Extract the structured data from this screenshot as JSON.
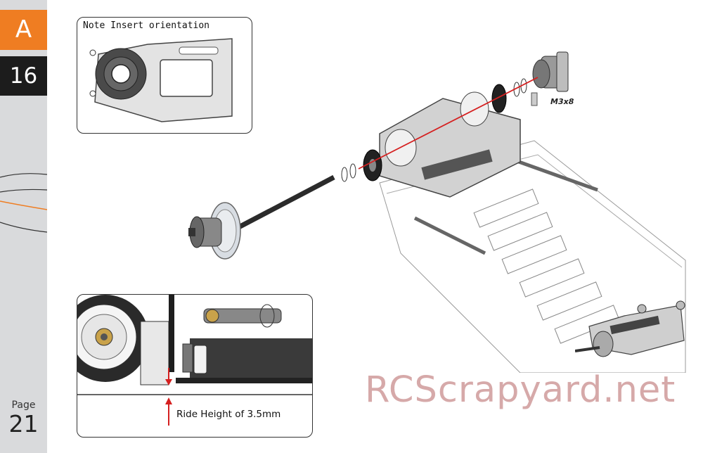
{
  "sidebar": {
    "section_letter": "A",
    "step_number": "16",
    "page_label": "Page",
    "page_number": "21",
    "accent": "#ef7d22"
  },
  "note_box": {
    "title": "Note Insert orientation"
  },
  "ride_box": {
    "label": "Ride Height of 3.5mm"
  },
  "main": {
    "bolt_label": "M3x8"
  },
  "watermark": {
    "text": "RCScrapyard.net"
  },
  "colors": {
    "axle_line": "#d52020",
    "arrow": "#d52020"
  }
}
